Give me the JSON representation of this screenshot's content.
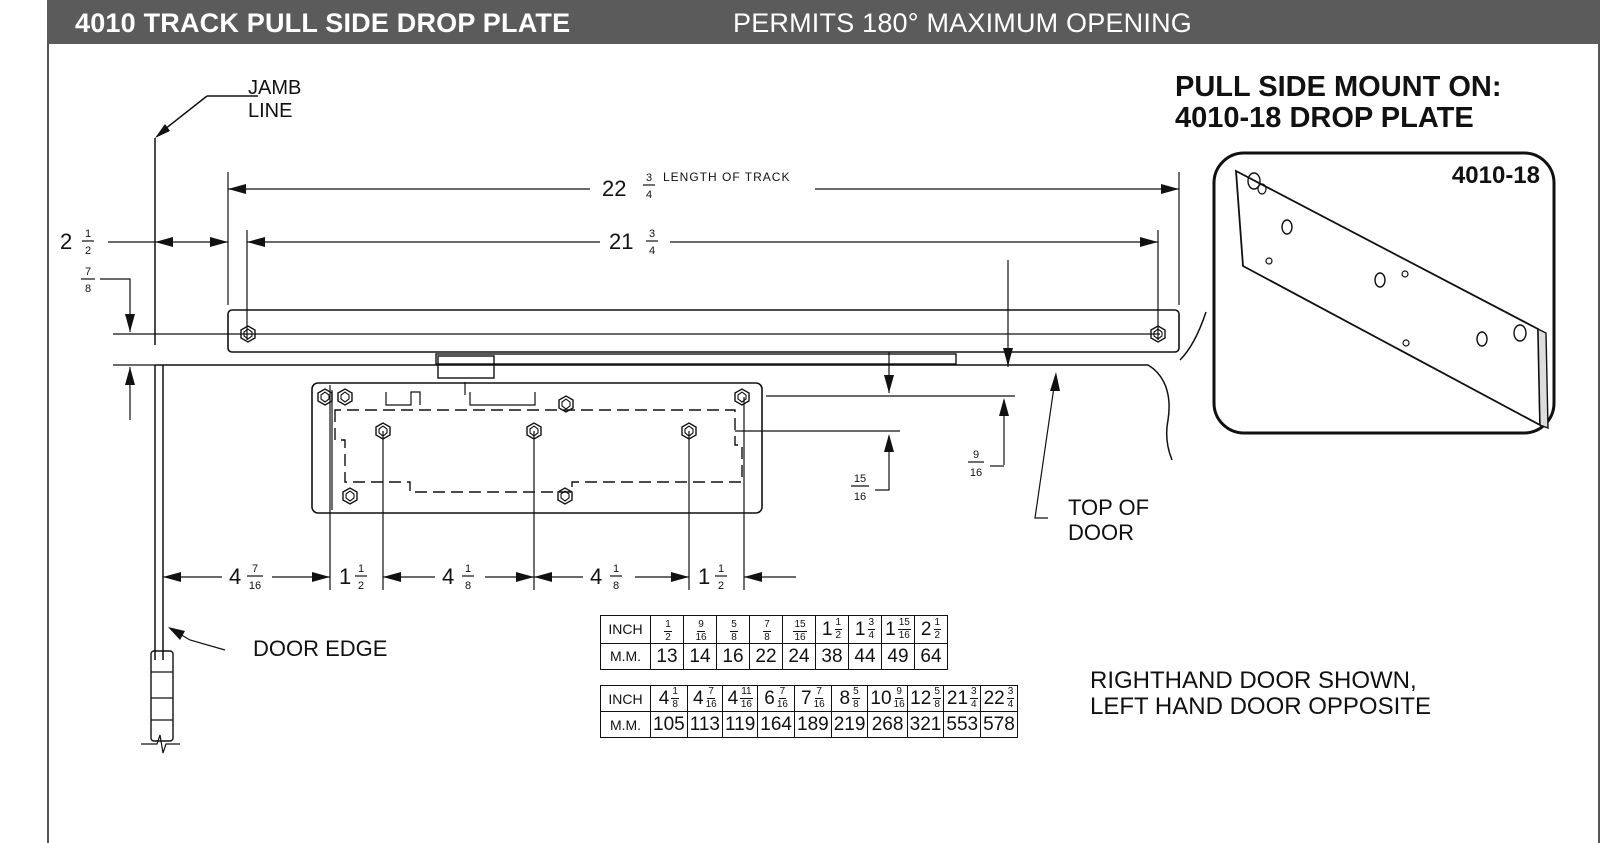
{
  "header": {
    "title": "4010 TRACK PULL SIDE DROP PLATE",
    "subtitle": "PERMITS 180° MAXIMUM OPENING"
  },
  "labels": {
    "jamb_line_1": "JAMB",
    "jamb_line_2": "LINE",
    "length_of_track": "LENGTH OF TRACK",
    "top_of_door_1": "TOP OF",
    "top_of_door_2": "DOOR",
    "door_edge": "DOOR EDGE"
  },
  "dimensions": {
    "track_length": {
      "whole": "22",
      "num": "3",
      "den": "4"
    },
    "hole_span": {
      "whole": "21",
      "num": "3",
      "den": "4"
    },
    "jamb_offset": {
      "whole": "2",
      "num": "1",
      "den": "2"
    },
    "track_drop": {
      "num": "7",
      "den": "8"
    },
    "body_drop": {
      "num": "9",
      "den": "16"
    },
    "holes_drop": {
      "num": "15",
      "den": "16"
    },
    "bottom_row": [
      {
        "whole": "4",
        "num": "7",
        "den": "16"
      },
      {
        "whole": "1",
        "num": "1",
        "den": "2"
      },
      {
        "whole": "4",
        "num": "1",
        "den": "8"
      },
      {
        "whole": "4",
        "num": "1",
        "den": "8"
      },
      {
        "whole": "1",
        "num": "1",
        "den": "2"
      }
    ]
  },
  "table1": {
    "inch_label": "INCH",
    "mm_label": "M.M.",
    "inch": [
      {
        "whole": "",
        "num": "1",
        "den": "2"
      },
      {
        "whole": "",
        "num": "9",
        "den": "16"
      },
      {
        "whole": "",
        "num": "5",
        "den": "8"
      },
      {
        "whole": "",
        "num": "7",
        "den": "8"
      },
      {
        "whole": "",
        "num": "15",
        "den": "16"
      },
      {
        "whole": "1",
        "num": "1",
        "den": "2"
      },
      {
        "whole": "1",
        "num": "3",
        "den": "4"
      },
      {
        "whole": "1",
        "num": "15",
        "den": "16"
      },
      {
        "whole": "2",
        "num": "1",
        "den": "2"
      }
    ],
    "mm": [
      "13",
      "14",
      "16",
      "22",
      "24",
      "38",
      "44",
      "49",
      "64"
    ]
  },
  "table2": {
    "inch_label": "INCH",
    "mm_label": "M.M.",
    "inch": [
      {
        "whole": "4",
        "num": "1",
        "den": "8"
      },
      {
        "whole": "4",
        "num": "7",
        "den": "16"
      },
      {
        "whole": "4",
        "num": "11",
        "den": "16"
      },
      {
        "whole": "6",
        "num": "7",
        "den": "16"
      },
      {
        "whole": "7",
        "num": "7",
        "den": "16"
      },
      {
        "whole": "8",
        "num": "5",
        "den": "8"
      },
      {
        "whole": "10",
        "num": "9",
        "den": "16"
      },
      {
        "whole": "12",
        "num": "5",
        "den": "8"
      },
      {
        "whole": "21",
        "num": "3",
        "den": "4"
      },
      {
        "whole": "22",
        "num": "3",
        "den": "4"
      }
    ],
    "mm": [
      "105",
      "113",
      "119",
      "164",
      "189",
      "219",
      "268",
      "321",
      "553",
      "578"
    ]
  },
  "note": {
    "line1": "RIGHTHAND DOOR SHOWN,",
    "line2": "LEFT HAND DOOR OPPOSITE"
  },
  "inset": {
    "title_line1": "PULL SIDE MOUNT ON:",
    "title_line2": "4010-18 DROP PLATE",
    "part_label": "4010-18"
  }
}
